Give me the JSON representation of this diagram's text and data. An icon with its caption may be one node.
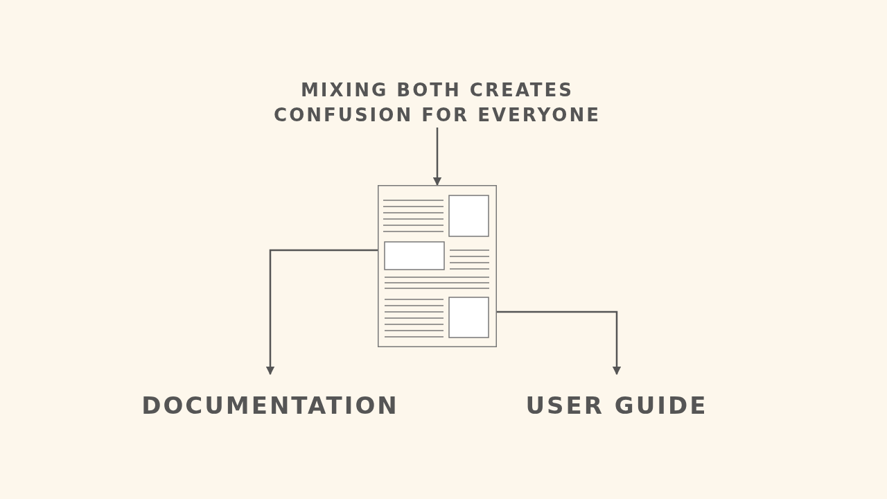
{
  "diagram": {
    "nodes": [
      {
        "text": [
          "MIXING BOTH CREATES CONFUSION FOR EVERYONE"
        ]
      },
      {
        "text": [],
        "shape": "picture"
      },
      {
        "text": [
          "DOCUMENTATION"
        ]
      },
      {
        "text": [
          "USER GUIDE"
        ]
      }
    ],
    "edges": [
      {
        "from": 0,
        "to": 1,
        "arrow": "to"
      },
      {
        "from": 1,
        "to": 2,
        "arrow": "to"
      },
      {
        "from": 1,
        "to": 3,
        "arrow": "to"
      }
    ]
  }
}
